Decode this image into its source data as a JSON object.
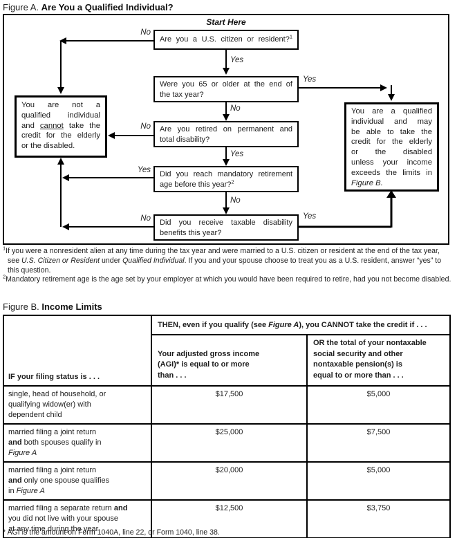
{
  "figure_a": {
    "title_prefix": "Figure A.",
    "title": "Are You a Qualified Individual?",
    "start_here": "Start Here",
    "labels": {
      "yes": "Yes",
      "no": "No"
    },
    "questions": [
      {
        "l1": "Are you a U.S. citizen or resident?",
        "l1_sup": "1",
        "l2": "",
        "l2_sup": ""
      },
      {
        "l1": "Were you 65 or older at the end of",
        "l1_sup": "",
        "l2": "the tax year?",
        "l2_sup": ""
      },
      {
        "l1": "Are you retired on permanent and",
        "l1_sup": "",
        "l2": "total disability?",
        "l2_sup": ""
      },
      {
        "l1": "Did you reach mandatory retirement",
        "l1_sup": "",
        "l2": "age before this year?",
        "l2_sup": "2"
      },
      {
        "l1": "Did you receive taxable disability",
        "l1_sup": "",
        "l2": "benefits this year?",
        "l2_sup": ""
      }
    ],
    "not_qualified_box": {
      "l1": "You are not a",
      "l2": "qualified individual",
      "l3_pre": "and ",
      "l3_underline": "cannot",
      "l3_post": " take the",
      "l4": "credit for the elderly",
      "l5": "or the disabled."
    },
    "qualified_box": {
      "l1": "You are a qualified",
      "l2": "individual and may",
      "l3": "be able to take the",
      "l4": "credit for the elderly",
      "l5": "or the disabled",
      "l6": "unless your income",
      "l7": "exceeds the limits in",
      "l8_italic": "Figure B."
    },
    "footnotes": [
      {
        "sup": "1",
        "pre": "If you were a nonresident alien at any time during the tax year and were married to a U.S. citizen or resident at the end of the tax year, see ",
        "italic1": "U.S. Citizen or Resident",
        "mid": " under ",
        "italic2": "Qualified Individual",
        "post": ". If you and your spouse choose to treat you as a U.S. resident, answer “yes” to this question."
      },
      {
        "sup": "2",
        "pre": "Mandatory retirement age is the age set by your employer at which you would have been required to retire, had you not become disabled.",
        "italic1": "",
        "mid": "",
        "italic2": "",
        "post": ""
      }
    ]
  },
  "figure_b": {
    "title_prefix": "Figure B.",
    "title": "Income Limits",
    "header": {
      "col1": "IF your filing status is . . .",
      "then_pre": "THEN, even if you qualify (see ",
      "then_ref": "Figure A",
      "then_post": "), you CANNOT take the credit if . . .",
      "agi_l1": "Your adjusted gross income",
      "agi_l2": "(AGI)* is equal to or more",
      "agi_l3": "than . . .",
      "pension_l1": "OR the total of your nontaxable",
      "pension_l2": "social security and other",
      "pension_l3": "nontaxable pension(s) is",
      "pension_l4": "equal to or more than . . ."
    },
    "rows": [
      {
        "l1": "single, head of household, or",
        "l1_bold": "",
        "l2_bold": "",
        "l2": "qualifying widow(er) with",
        "l3": "dependent child",
        "l3_italic": "",
        "agi": "$17,500",
        "pension": "$5,000"
      },
      {
        "l1": "married filing a joint return",
        "l1_bold": "",
        "l2_bold": "and",
        "l2": " both spouses qualify in",
        "l3": "",
        "l3_italic": "Figure A",
        "agi": "$25,000",
        "pension": "$7,500"
      },
      {
        "l1": "married filing a joint return",
        "l1_bold": "",
        "l2_bold": "and",
        "l2": " only one spouse qualifies",
        "l3": "in ",
        "l3_italic": "Figure A",
        "agi": "$20,000",
        "pension": "$5,000"
      },
      {
        "l1": "married filing a separate return ",
        "l1_bold": "and",
        "l2_bold": "",
        "l2": "you did not live with your spouse",
        "l3": "at any time during the year",
        "l3_italic": "",
        "agi": "$12,500",
        "pension": "$3,750"
      }
    ],
    "footnote": "* AGI is the amount on Form 1040A, line 22, or Form 1040, line 38."
  }
}
